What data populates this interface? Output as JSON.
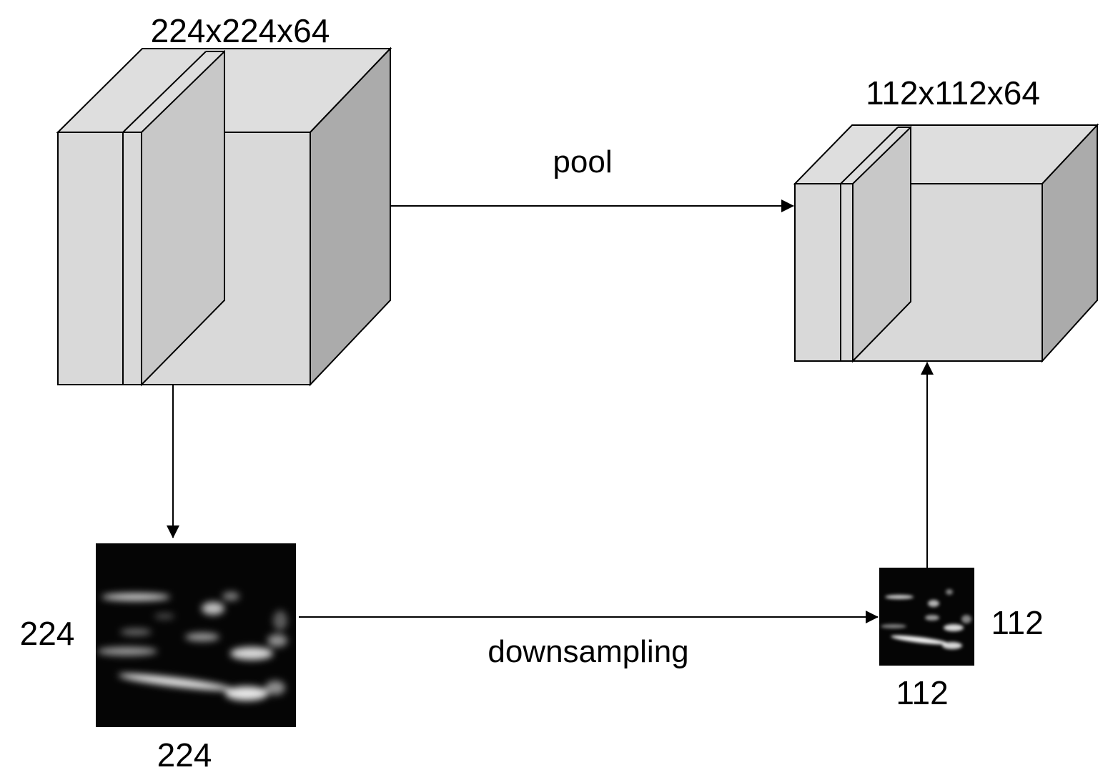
{
  "labels": {
    "big_volume": "224x224x64",
    "small_volume": "112x112x64",
    "pool": "pool",
    "downsampling": "downsampling",
    "big_map_height": "224",
    "big_map_width": "224",
    "small_map_height": "112",
    "small_map_width": "112"
  },
  "colors": {
    "front_face": "#d9d9d9",
    "top_face": "#dedede",
    "side_face": "#ababab",
    "slice": "#c8c8c8",
    "stroke": "#000000",
    "feature_map_bg": "#050505"
  }
}
